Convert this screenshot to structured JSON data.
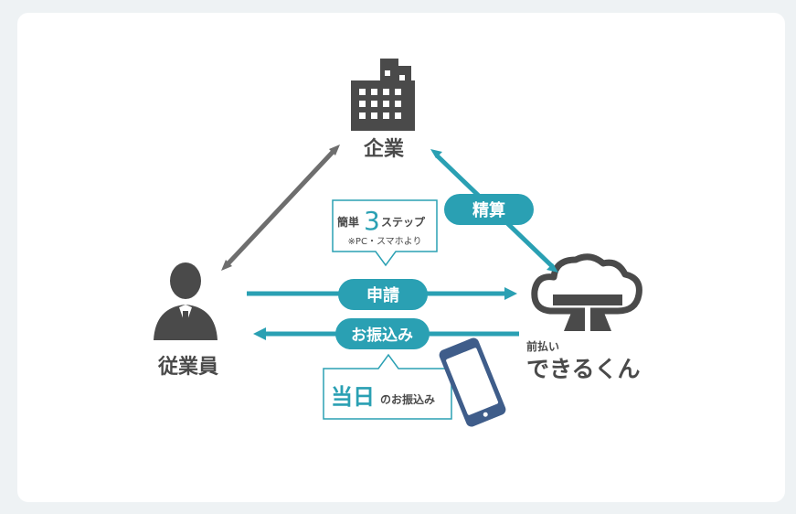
{
  "nodes": {
    "company": "企業",
    "employee": "従業員",
    "service_small": "前払い",
    "service_name": "できるくん"
  },
  "flows": {
    "apply": "申請",
    "transfer": "お振込み",
    "settle": "精算"
  },
  "callouts": {
    "steps_prefix": "簡単",
    "steps_number": "3",
    "steps_suffix": "ステップ",
    "steps_note": "※PC・スマホより",
    "sameday_big": "当日",
    "sameday_rest": "のお振込み"
  },
  "colors": {
    "teal": "#2aa0b3",
    "dark_gray": "#4a4a4a",
    "phone_blue": "#3f5d8a"
  },
  "icons": [
    "building-icon",
    "person-icon",
    "cloud-icon",
    "smartphone-icon"
  ]
}
